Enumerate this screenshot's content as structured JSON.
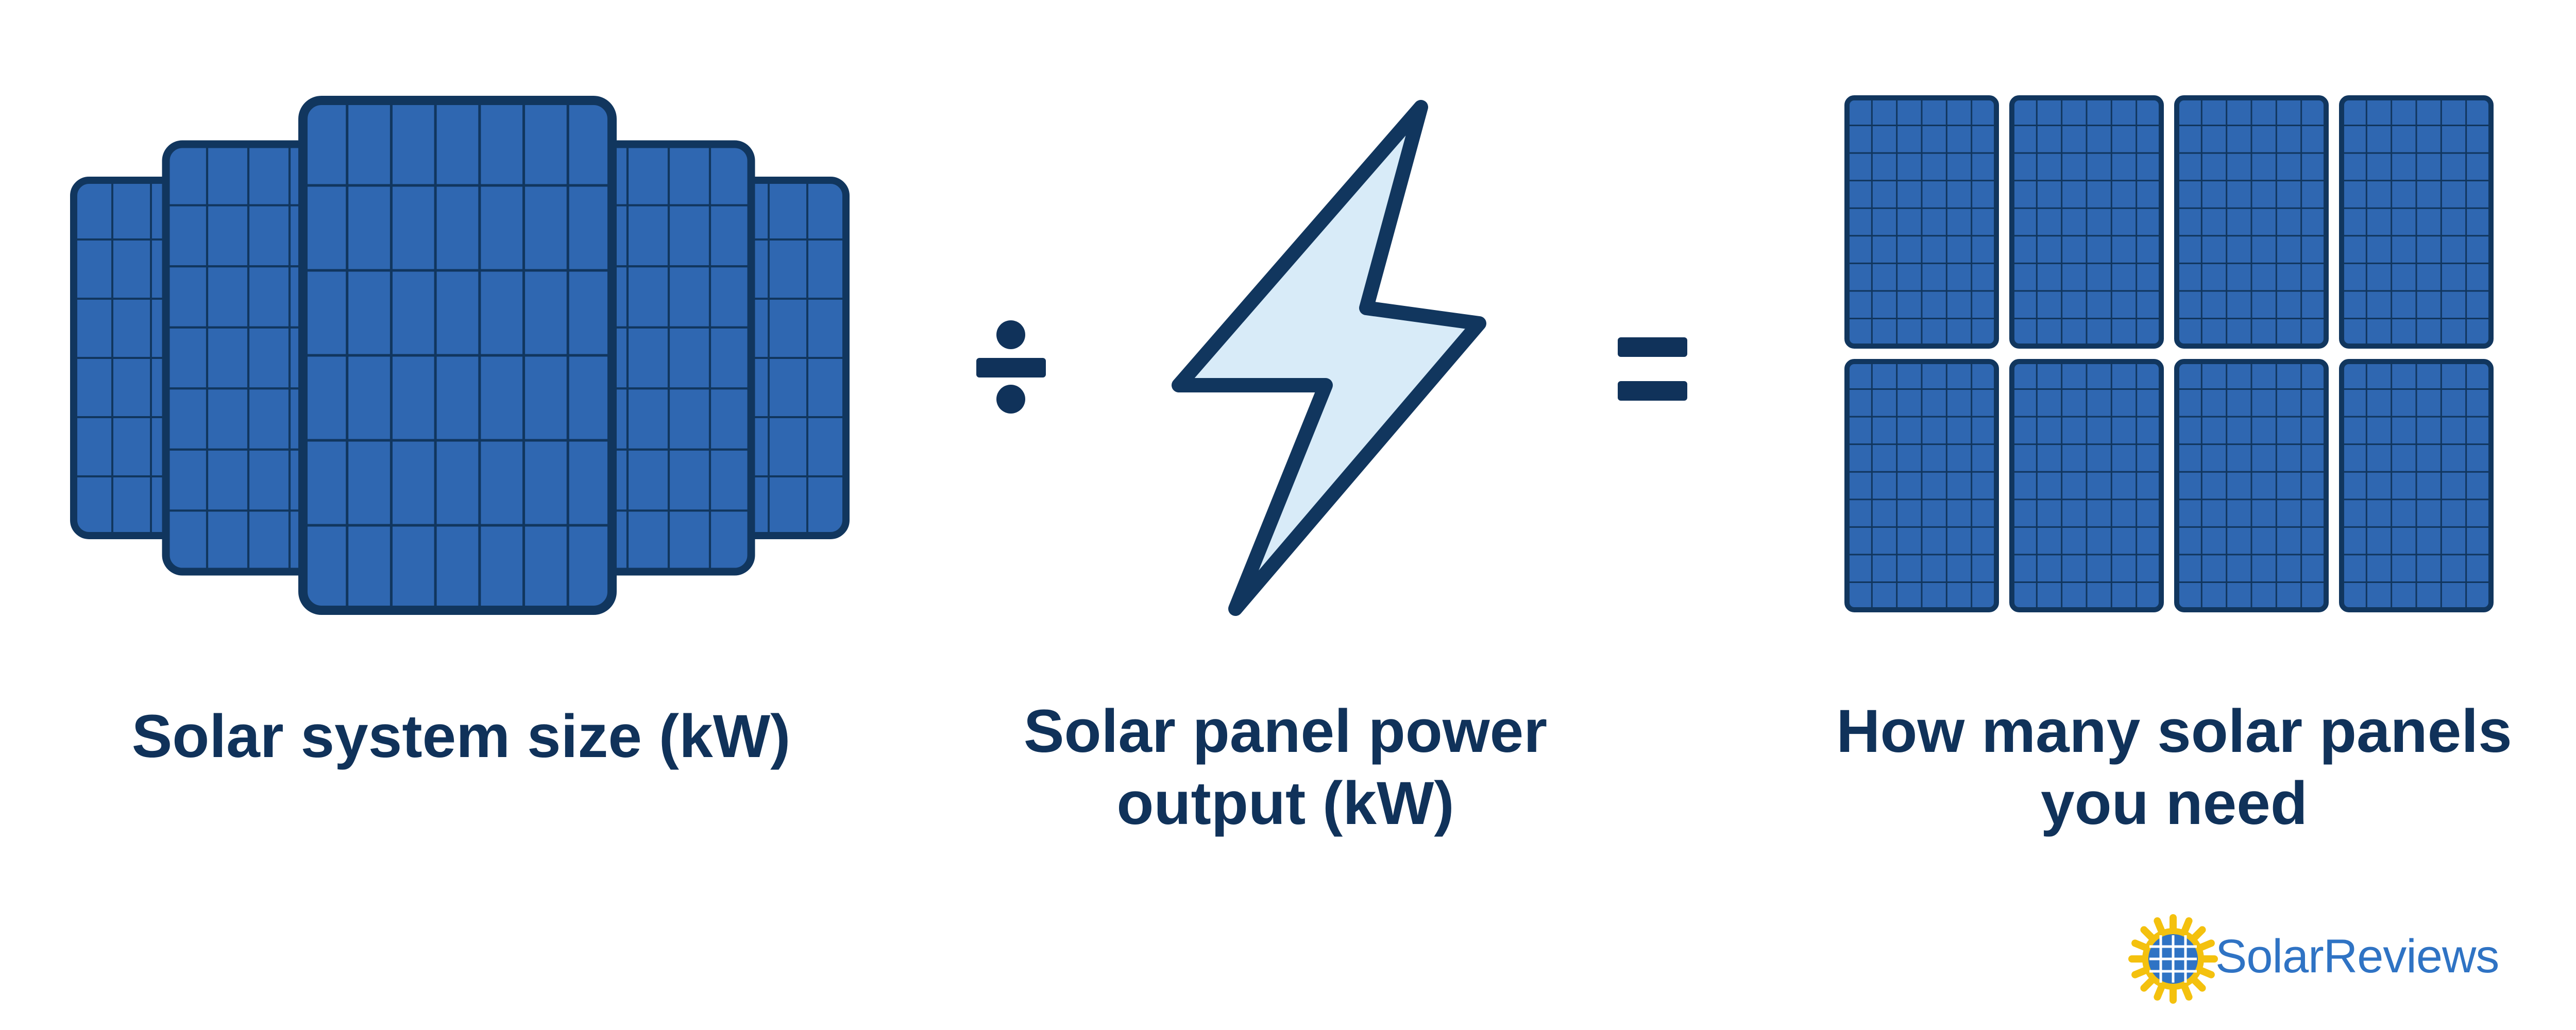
{
  "diagram": {
    "operator_divide": "÷",
    "operator_equals": "=",
    "labels": {
      "system_size": "Solar system size (kW)",
      "panel_output_line1": "Solar panel power",
      "panel_output_line2": "output (kW)",
      "panels_needed_line1": "How many solar panels",
      "panels_needed_line2": "you need"
    },
    "icons": {
      "left": "stacked-solar-panels-icon",
      "middle": "lightning-bolt-icon",
      "right": "solar-panel-grid-icon"
    },
    "panel_grid": {
      "rows": 2,
      "columns": 4
    }
  },
  "brand": {
    "logo_text": "SolarReviews",
    "logo_icon": "sun-globe-icon"
  },
  "colors": {
    "panel_fill": "#2f67b1",
    "panel_stroke": "#11365e",
    "bolt_fill": "#d8ebf8",
    "text": "#10325a",
    "logo_blue": "#2f73c4",
    "logo_sun": "#f4c10e"
  }
}
